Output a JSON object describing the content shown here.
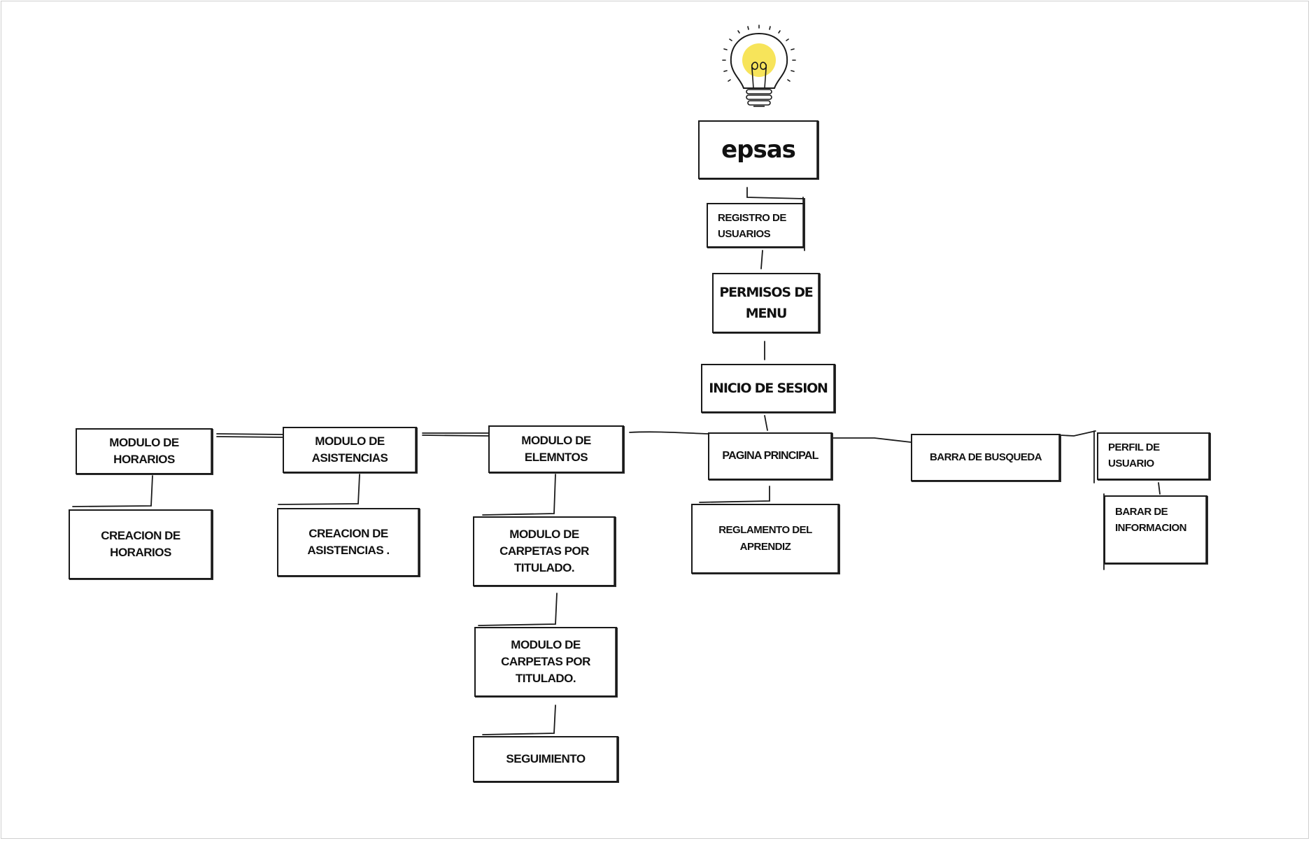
{
  "diagram": {
    "root": "epsas",
    "nodes": {
      "registro": "REGISTRO DE\nUSUARIOS",
      "permisos": "PERMISOS DE\nMENU",
      "inicio": "INICIO DE SESION",
      "pagina": "PAGINA PRINCIPAL",
      "modulo_horarios": "MODULO DE\nHORARIOS",
      "modulo_asistencias": "MODULO DE\nASISTENCIAS",
      "modulo_elementos": "MODULO DE\nELEMNTOS",
      "barra_busqueda": "BARRA DE BUSQUEDA",
      "perfil_usuario": "PERFIL DE\nUSUARIO",
      "creacion_horarios": "CREACION DE\nHORARIOS",
      "creacion_asistencias": "CREACION DE\nASISTENCIAS  .",
      "carpetas_1": "MODULO DE\nCARPETAS POR\nTITULADO.",
      "carpetas_2": "MODULO DE\nCARPETAS POR\nTITULADO.",
      "seguimiento": "SEGUIMIENTO",
      "reglamento": "REGLAMENTO DEL\nAPRENDIZ",
      "barar_informacion": "BARAR DE\nINFORMACION"
    },
    "icon": "lightbulb-icon",
    "colors": {
      "line": "#1a1a1a",
      "bulb_glow": "#f7e45a",
      "background": "#ffffff"
    }
  }
}
